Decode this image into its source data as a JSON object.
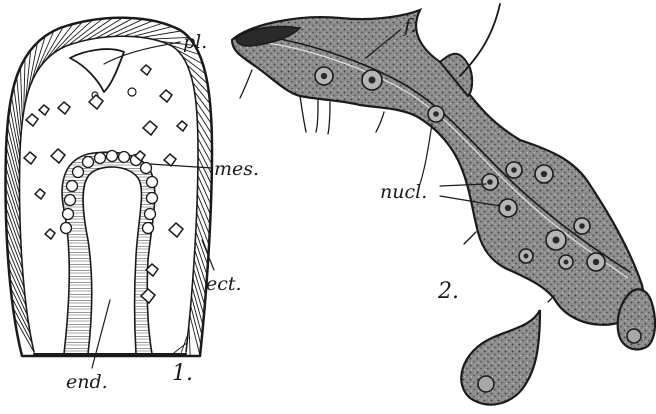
{
  "figure1": {
    "number": "1.",
    "labels": {
      "pl": "pl.",
      "mes": "mes.",
      "ect": "ect.",
      "end": "end."
    }
  },
  "figure2": {
    "number": "2.",
    "labels": {
      "f": "f.",
      "nucl": "nucl."
    }
  },
  "colors": {
    "ink": "#1a1a1a",
    "cell_fill": "#8c8c8c",
    "paper": "#ffffff"
  }
}
